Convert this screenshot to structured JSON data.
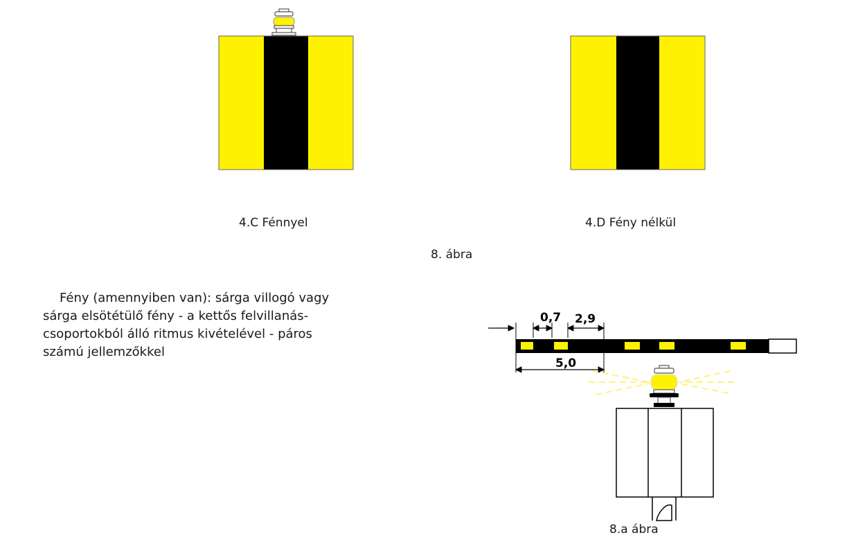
{
  "colors": {
    "yellow": "#fff200",
    "black": "#000000",
    "outline": "#555555"
  },
  "figure_left": {
    "caption": "4.C Fénnyel",
    "has_light": true
  },
  "figure_right": {
    "caption": "4.D Fény nélkül",
    "has_light": false
  },
  "figure_caption": "8. ábra",
  "paragraph": {
    "lines": [
      "Fény (amennyiben van): sárga villogó vagy",
      "sárga elsötétülő fény - a kettős felvillanás-",
      "csoportokból álló ritmus kivételével - páros",
      "számú jellemzőkkel"
    ]
  },
  "timing_diagram": {
    "dim_short": "0,7",
    "dim_gap": "2,9",
    "dim_period": "5,0",
    "caption": "8.a ábra"
  }
}
